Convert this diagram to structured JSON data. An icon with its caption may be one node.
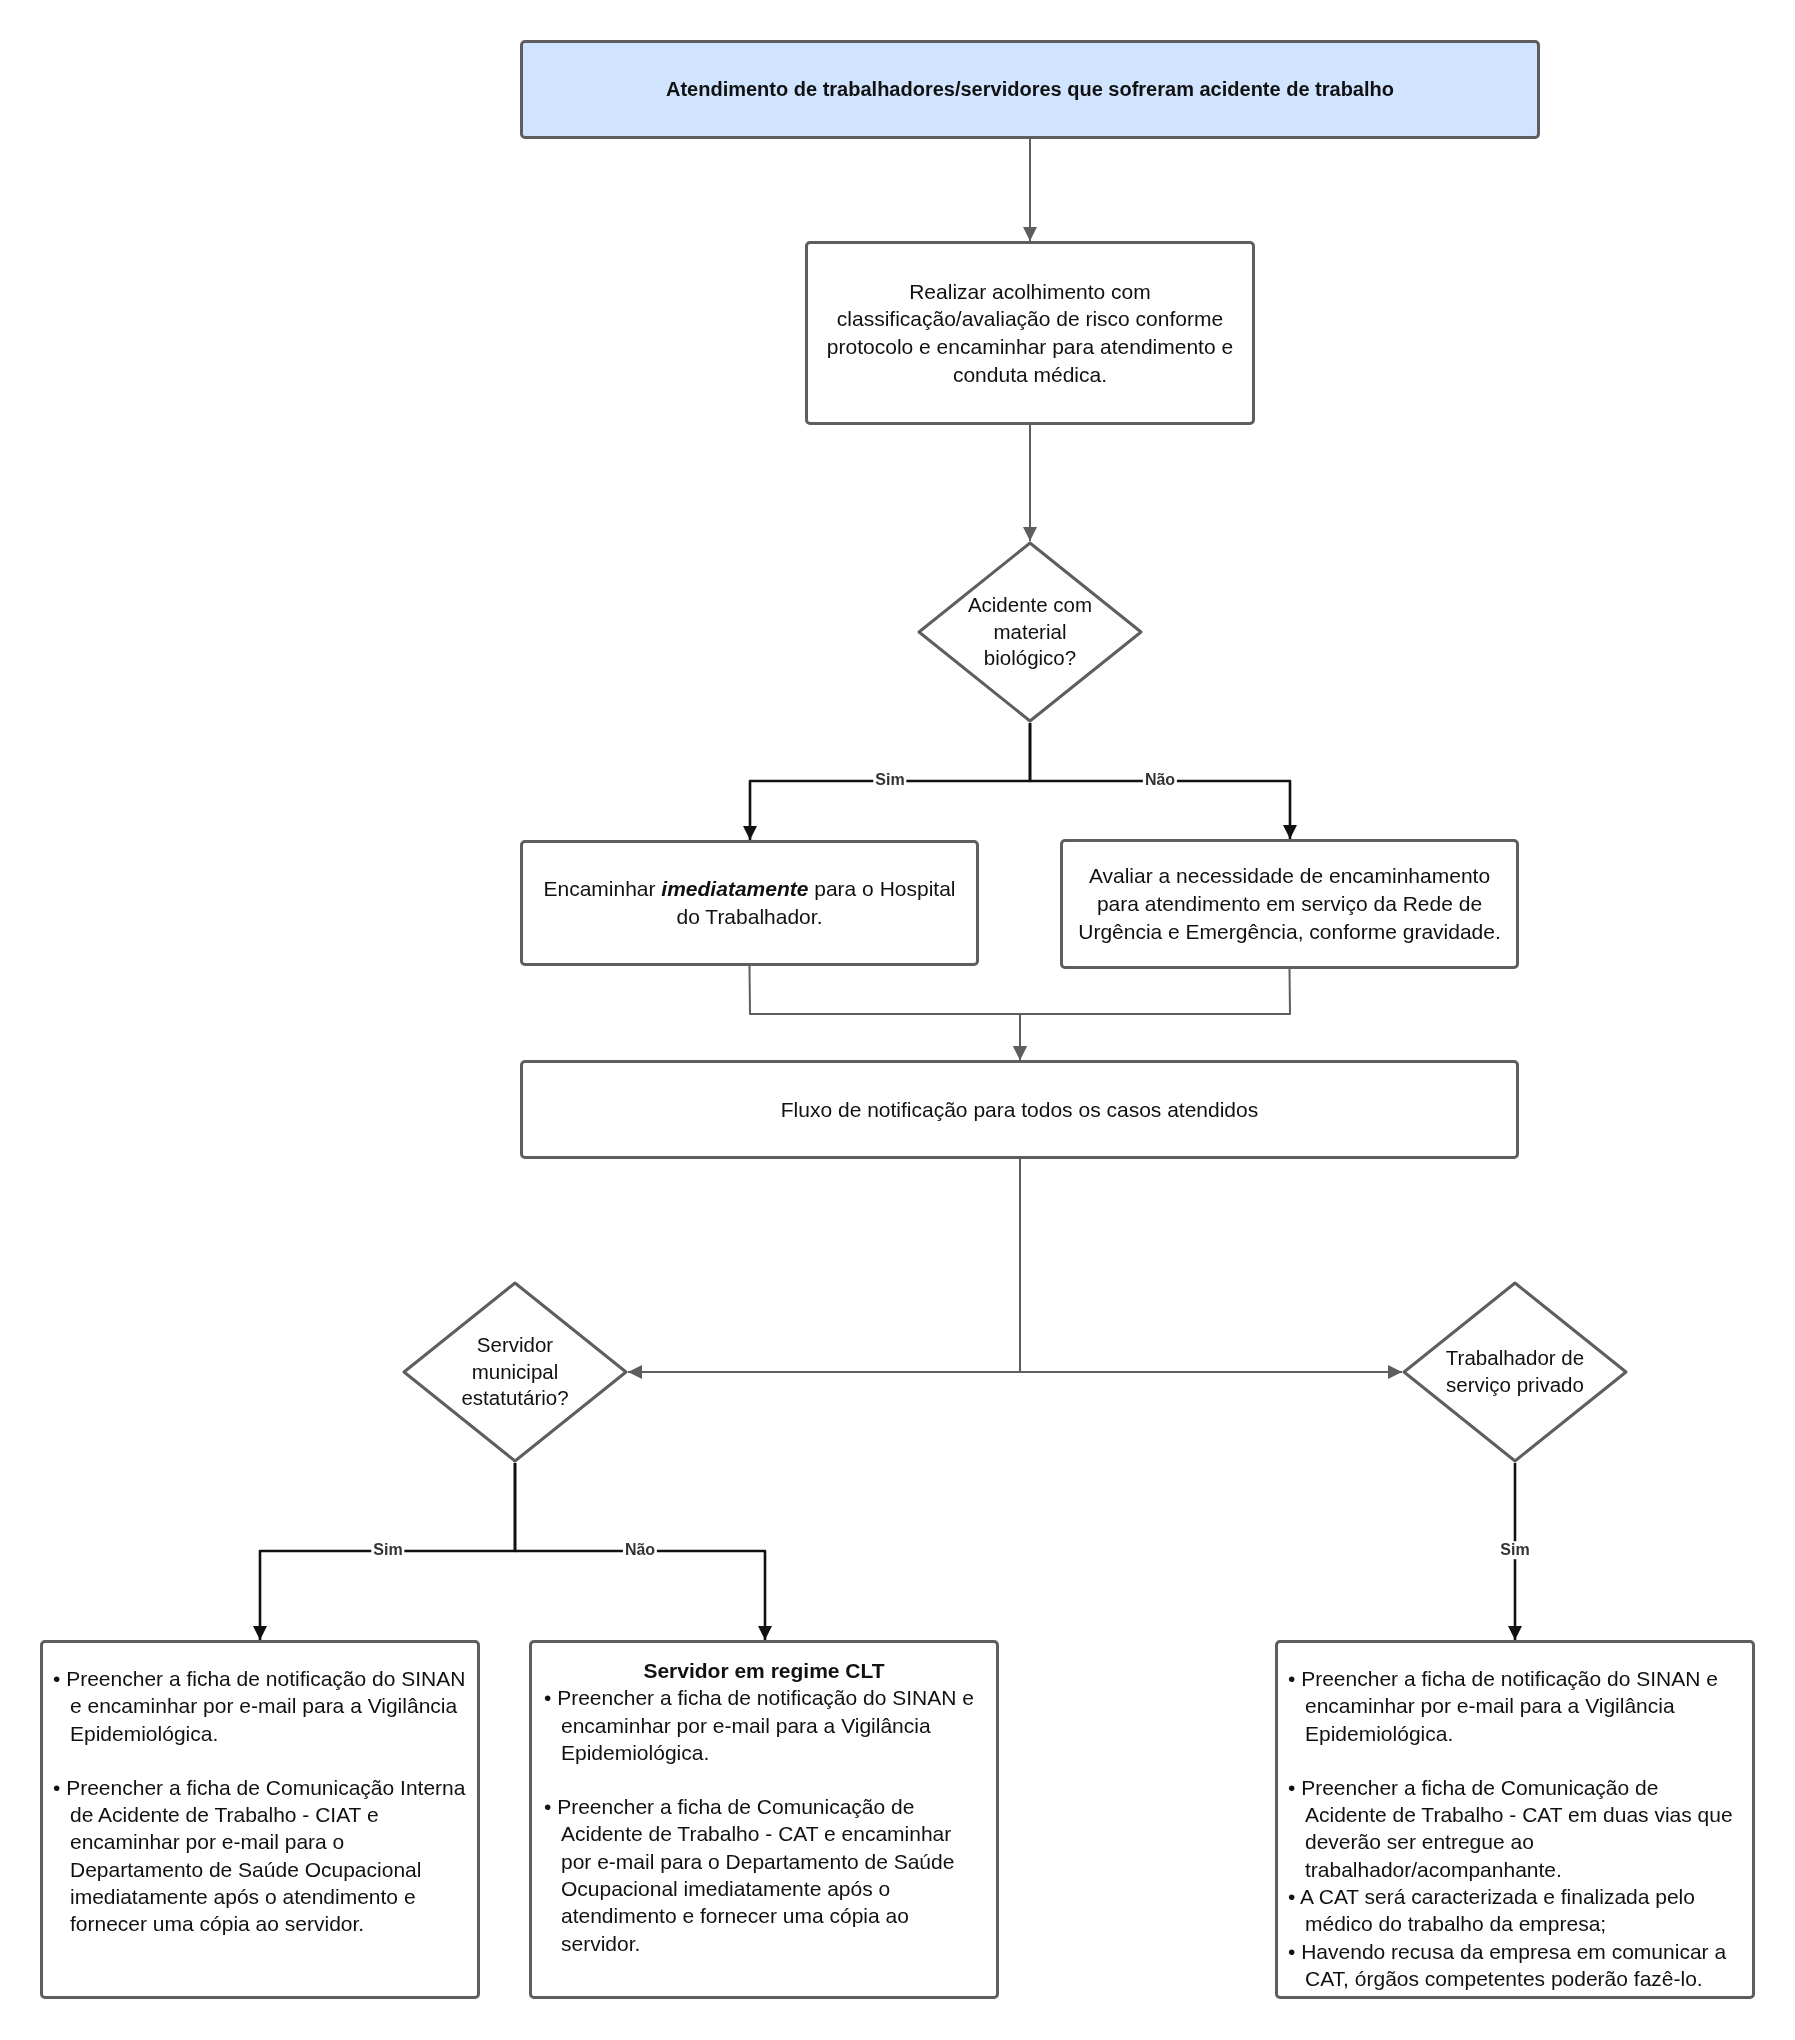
{
  "diagram": {
    "nodes": [
      {
        "text": [
          "Atendimento de trabalhadores/servidores que sofreram acidente de trabalho"
        ]
      },
      {
        "text": [
          "Realizar acolhimento com classificação/avaliação de risco conforme protocolo e encaminhar para atendimento e conduta médica."
        ]
      },
      {
        "text": [
          "Acidente com material biológico?"
        ]
      },
      {
        "text": [
          "Encaminhar *imediatamente* para o Hospital do Trabalhador."
        ]
      },
      {
        "text": [
          "Avaliar a necessidade de encaminhamento para atendimento em serviço da Rede de Urgência e Emergência, conforme gravidade."
        ]
      },
      {
        "text": [
          "Fluxo de notificação para todos os casos atendidos"
        ]
      },
      {
        "text": [
          "Servidor municipal estatutário?"
        ]
      },
      {
        "text": [
          "Trabalhador de serviço privado"
        ]
      },
      {
        "text": [
          "• Preencher a ficha de notificação do SINAN e encaminhar por e-mail para a Vigilância Epidemiológica.",
          "• Preencher a ficha de Comunicação Interna de Acidente de Trabalho - CIAT e encaminhar por e-mail para o Departamento de Saúde Ocupacional imediatamente após o atendimento e fornecer uma cópia ao servidor."
        ]
      },
      {
        "text": [
          "Servidor em regime CLT",
          "• Preencher a ficha de notificação do SINAN e encaminhar por e-mail para a Vigilância Epidemiológica.",
          "• Preencher a ficha de Comunicação de Acidente de Trabalho - CAT e encaminhar por e-mail para o Departamento de Saúde Ocupacional imediatamente após o atendimento e fornecer uma cópia ao servidor."
        ]
      },
      {
        "text": [
          "• Preencher a ficha de notificação do SINAN e encaminhar por e-mail para a Vigilância Epidemiológica.",
          "• Preencher a ficha de Comunicação de Acidente de Trabalho - CAT em duas vias que deverão ser entregue ao trabalhador/acompanhante.",
          "• A CAT será caracterizada e finalizada pelo médico do trabalho da empresa;",
          "• Havendo recusa da empresa em comunicar a CAT, órgãos competentes poderão fazê-lo."
        ]
      }
    ],
    "edges": [
      {
        "from": 0,
        "to": 1,
        "arrow": "to"
      },
      {
        "from": 1,
        "to": 2,
        "arrow": "to"
      },
      {
        "from": 2,
        "to": 3,
        "arrow": "to",
        "label": "Sim",
        "color": "#111111"
      },
      {
        "from": 2,
        "to": 4,
        "arrow": "to",
        "label": "Não",
        "color": "#111111"
      },
      {
        "from": 3,
        "to": 5,
        "arrow": "to"
      },
      {
        "from": 4,
        "to": 5,
        "arrow": "to"
      },
      {
        "from": 5,
        "to": 6,
        "arrow": "to"
      },
      {
        "from": 5,
        "to": 7,
        "arrow": "to"
      },
      {
        "from": 6,
        "to": 8,
        "arrow": "to",
        "label": "Sim",
        "color": "#111111"
      },
      {
        "from": 6,
        "to": 9,
        "arrow": "to",
        "label": "Não",
        "color": "#111111"
      },
      {
        "from": 7,
        "to": 10,
        "arrow": "to",
        "label": "Sim",
        "color": "#111111"
      }
    ]
  }
}
